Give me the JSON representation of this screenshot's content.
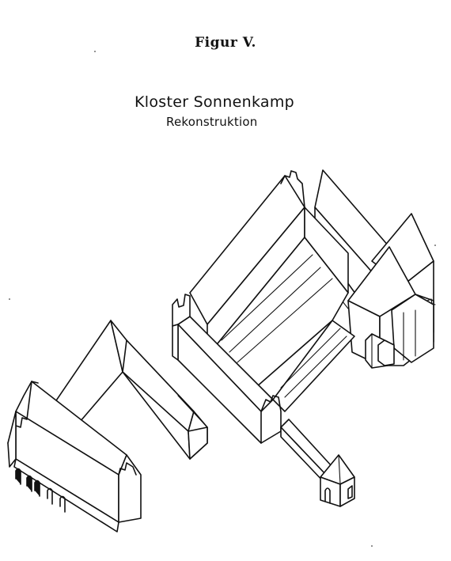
{
  "figure": {
    "label": "Figur V.",
    "title": "Kloster Sonnenkamp",
    "subtitle": "Rekonstruktion"
  },
  "colors": {
    "ink": "#111111",
    "paper": "#ffffff"
  }
}
